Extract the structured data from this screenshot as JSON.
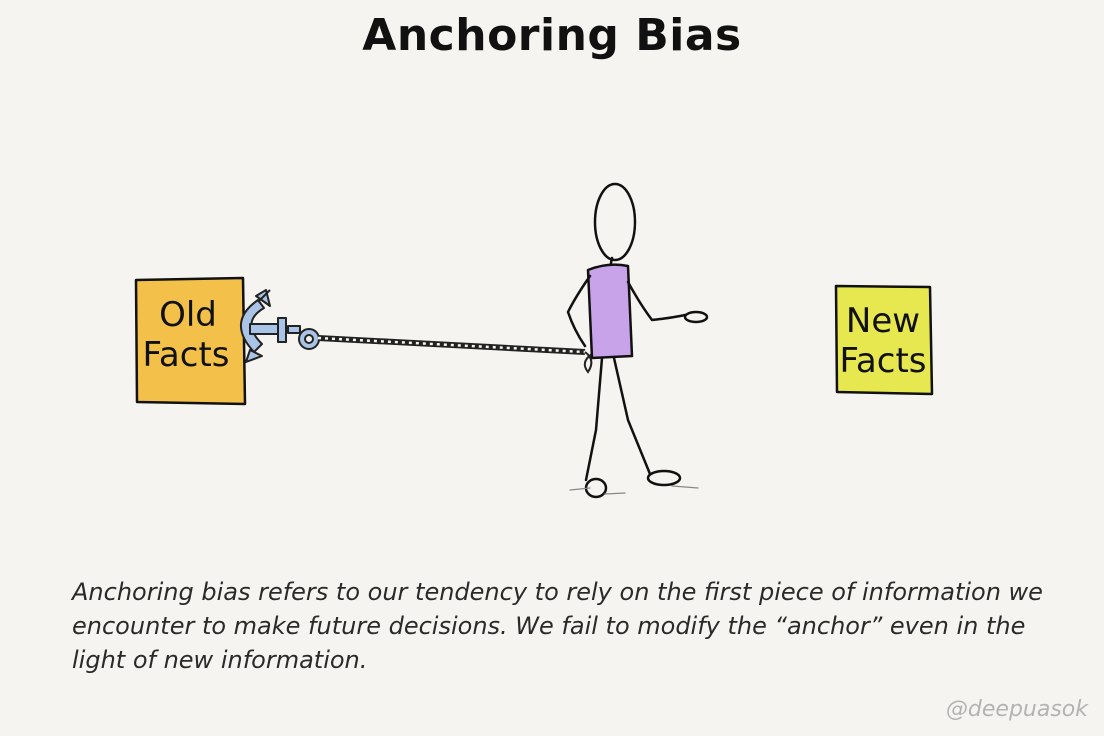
{
  "title": "Anchoring Bias",
  "illustration": {
    "old_box": {
      "line1": "Old",
      "line2": "Facts",
      "color": "#f3c14a"
    },
    "new_box": {
      "line1": "New",
      "line2": "Facts",
      "color": "#e7e84f"
    },
    "figure_shirt_color": "#c8a3ea",
    "anchor_color": "#a9c4e6"
  },
  "caption": "Anchoring bias refers to our tendency to rely on the first piece of information we encounter to make future decisions. We fail to modify the “anchor” even in the light of new information.",
  "credit": "@deepuasok"
}
